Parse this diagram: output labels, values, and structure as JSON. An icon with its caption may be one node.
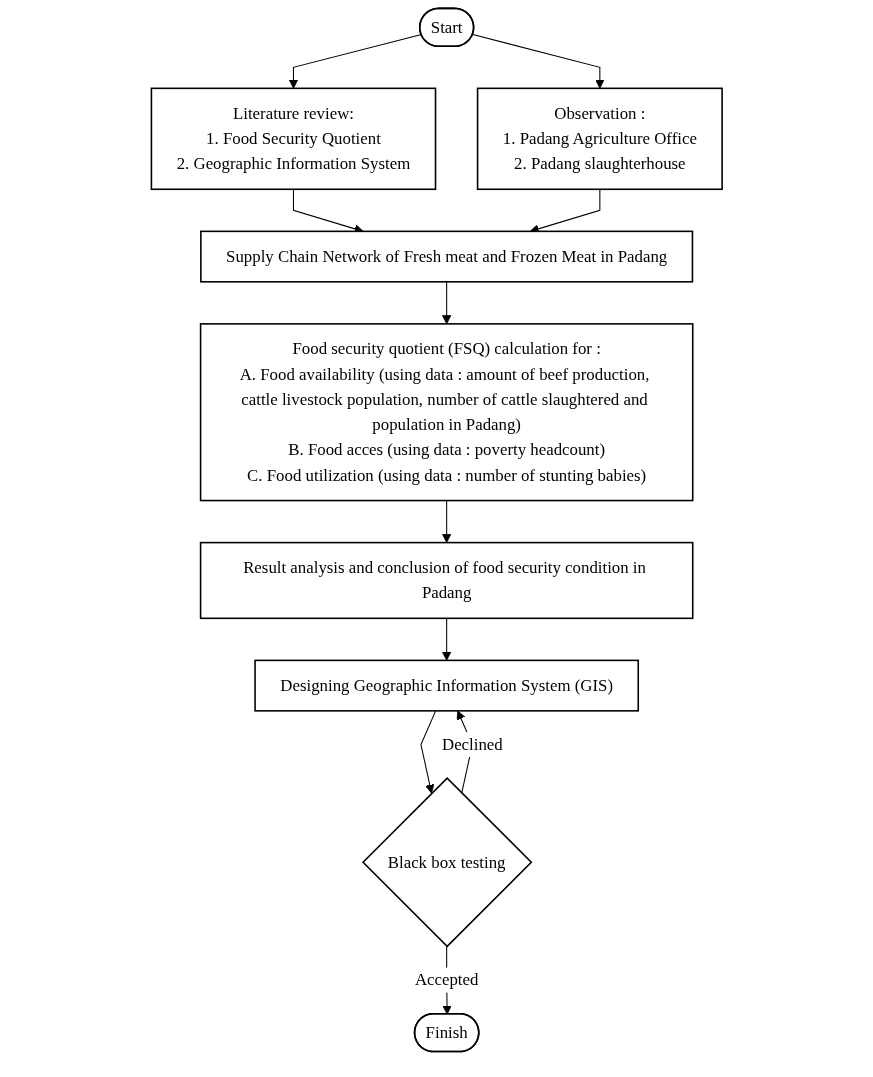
{
  "diagram": {
    "nodes": [
      {
        "text": [
          "Start"
        ]
      },
      {
        "text": [
          "Literature review:",
          "1. Food Security Quotient",
          "2. Geographic Information System"
        ]
      },
      {
        "text": [
          "Observation :",
          "1. Padang Agriculture Office",
          "2. Padang slaughterhouse"
        ]
      },
      {
        "text": [
          "Supply Chain Network of Fresh meat and Frozen Meat in Padang"
        ]
      },
      {
        "text": [
          "Food security quotient (FSQ) calculation for :",
          "A. Food availability (using data : amount of beef production, cattle livestock population, number of cattle slaughtered and population in Padang)",
          "B. Food acces (using data : poverty headcount)",
          "C. Food utilization (using data : number of stunting babies)"
        ]
      },
      {
        "text": [
          "Result analysis and conclusion of food security condition in Padang"
        ]
      },
      {
        "text": [
          "Designing Geographic Information System (GIS)"
        ]
      },
      {
        "text": [
          "Black box testing"
        ]
      },
      {
        "text": [
          "Finish"
        ]
      }
    ],
    "edges": [
      {
        "from": 0,
        "to": 1,
        "arrow": "to"
      },
      {
        "from": 0,
        "to": 2,
        "arrow": "to"
      },
      {
        "from": 1,
        "to": 3,
        "arrow": "to"
      },
      {
        "from": 2,
        "to": 3,
        "arrow": "to"
      },
      {
        "from": 3,
        "to": 4,
        "arrow": "to"
      },
      {
        "from": 4,
        "to": 5,
        "arrow": "to"
      },
      {
        "from": 5,
        "to": 6,
        "arrow": "to"
      },
      {
        "from": 6,
        "to": 7,
        "arrow": "to"
      },
      {
        "from": 7,
        "to": 6,
        "arrow": "to",
        "label": "Declined"
      },
      {
        "from": 7,
        "to": 8,
        "arrow": "to",
        "label": "Accepted"
      }
    ]
  }
}
